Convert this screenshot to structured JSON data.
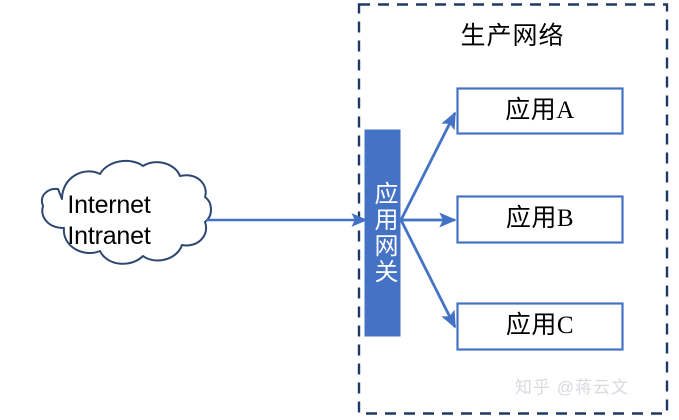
{
  "diagram": {
    "title_text": "生产网络",
    "cloud": {
      "line1": "Internet",
      "line2": "Intranet"
    },
    "gateway": {
      "label": "应用网关"
    },
    "apps": [
      {
        "label": "应用A"
      },
      {
        "label": "应用B"
      },
      {
        "label": "应用C"
      }
    ],
    "watermark": "知乎 @蒋云文",
    "colors": {
      "zone_border": "#1f3864",
      "cloud_outline": "#2e4770",
      "gateway_fill": "#4472c4",
      "gateway_text": "#ffffff",
      "arrow": "#4472c4",
      "app_border": "#4472c4",
      "app_fill": "#ffffff",
      "text": "#000000",
      "watermark": "#d8dade",
      "background": "#ffffff"
    }
  }
}
